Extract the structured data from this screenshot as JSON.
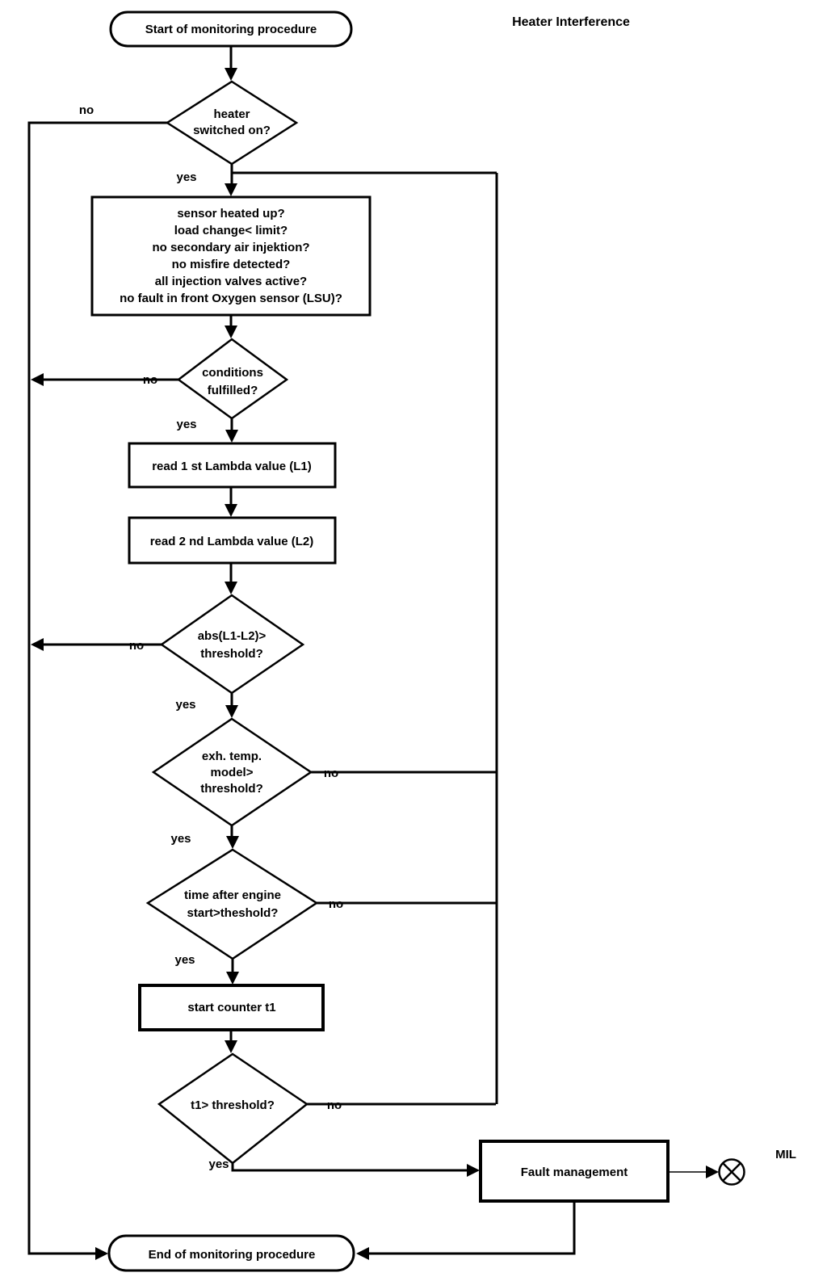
{
  "title": "Heater Interference",
  "nodes": {
    "start": {
      "label": "Start of monitoring procedure"
    },
    "heater_switched_on": {
      "line1": "heater",
      "line2": "switched on?"
    },
    "entry_conditions": {
      "line1": "sensor heated up?",
      "line2": "load change< limit?",
      "line3": "no secondary air injektion?",
      "line4": "no misfire detected?",
      "line5": "all injection valves active?",
      "line6": "no fault in front Oxygen sensor (LSU)?"
    },
    "conditions_fulfilled": {
      "line1": "conditions",
      "line2": "fulfilled?"
    },
    "read_lambda1": {
      "label": "read 1 st Lambda value (L1)"
    },
    "read_lambda2": {
      "label": "read 2 nd Lambda value (L2)"
    },
    "lambda_diff": {
      "line1": "abs(L1-L2)>",
      "line2": "threshold?"
    },
    "exhaust_temp": {
      "line1": "exh. temp.",
      "line2": "model>",
      "line3": "threshold?"
    },
    "time_after_start": {
      "line1": "time after engine",
      "line2": "start>theshold?"
    },
    "start_counter": {
      "label": "start counter t1"
    },
    "t1_threshold": {
      "label": "t1> threshold?"
    },
    "fault_management": {
      "label": "Fault management"
    },
    "end": {
      "label": "End of monitoring procedure"
    },
    "mil": {
      "label": "MIL"
    }
  },
  "edge_labels": {
    "heater_no": "no",
    "heater_yes": "yes",
    "conditions_no": "no",
    "conditions_yes": "yes",
    "lambda_no": "no",
    "lambda_yes": "yes",
    "exhaust_no": "no",
    "exhaust_yes": "yes",
    "time_no": "no",
    "time_yes": "yes",
    "t1_no": "no",
    "t1_yes": "yes"
  },
  "colors": {
    "line": "#000000",
    "background": "#ffffff",
    "text": "#000000"
  }
}
